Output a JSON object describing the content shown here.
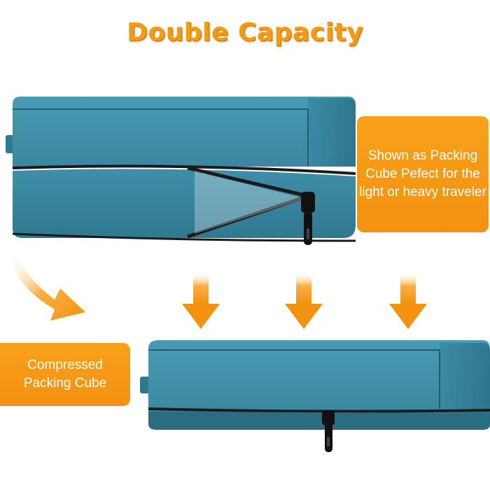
{
  "headline": "Double Capacity",
  "callouts": {
    "expanded": "Shown as Packing\nCube Pefect for the\nlight or heavy traveler",
    "compressed": "Compressed\nPacking Cube"
  },
  "colors": {
    "accent_orange": "#f39c12",
    "cube_teal": "#3c8ca6",
    "zipper_black": "#1a1a1a"
  }
}
